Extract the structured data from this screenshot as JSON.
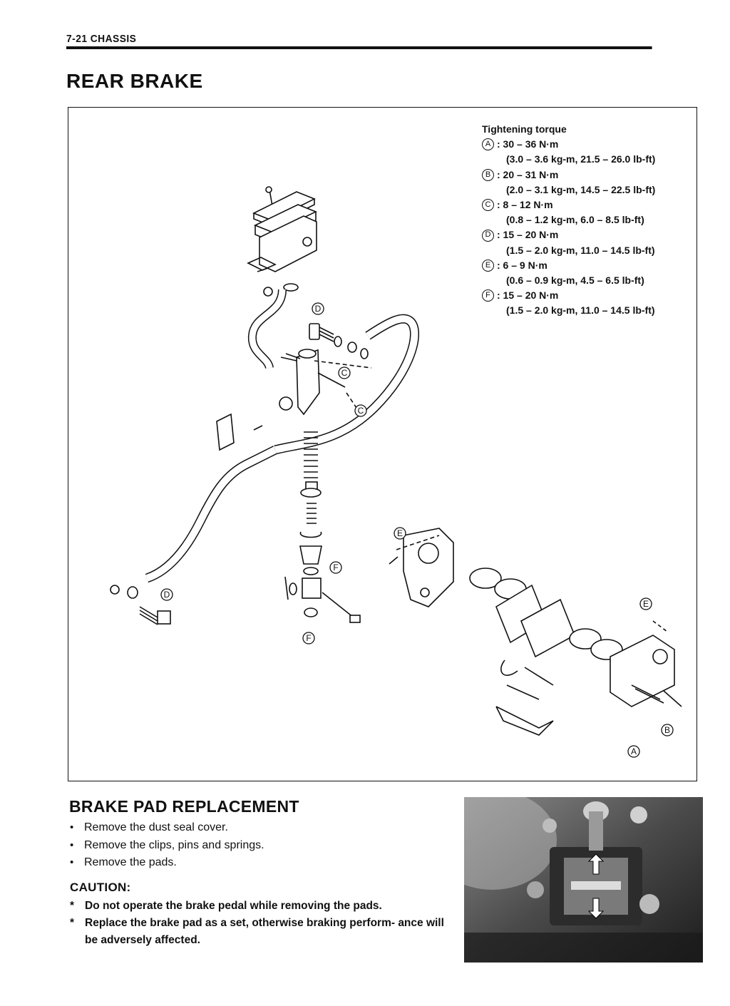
{
  "header": {
    "page": "7-21 CHASSIS"
  },
  "title": "REAR BRAKE",
  "torque": {
    "title": "Tightening torque",
    "items": [
      {
        "letter": "A",
        "metric": ": 30 – 36 N·m",
        "imperial": "(3.0 – 3.6 kg-m, 21.5 – 26.0 lb-ft)"
      },
      {
        "letter": "B",
        "metric": ": 20 – 31 N·m",
        "imperial": "(2.0 – 3.1 kg-m, 14.5 – 22.5 lb-ft)"
      },
      {
        "letter": "C",
        "metric": ": 8 – 12 N·m",
        "imperial": "(0.8 – 1.2 kg-m, 6.0 – 8.5 lb-ft)"
      },
      {
        "letter": "D",
        "metric": ": 15 – 20 N·m",
        "imperial": "(1.5 – 2.0 kg-m, 11.0 – 14.5 lb-ft)"
      },
      {
        "letter": "E",
        "metric": ": 6 – 9 N·m",
        "imperial": "(0.6 – 0.9 kg-m, 4.5 – 6.5 lb-ft)"
      },
      {
        "letter": "F",
        "metric": ": 15 – 20 N·m",
        "imperial": "(1.5 – 2.0 kg-m, 11.0 – 14.5 lb-ft)"
      }
    ]
  },
  "diagram": {
    "labels": {
      "a": "A",
      "b": "B",
      "c": "C",
      "d": "D",
      "e": "E",
      "f": "F"
    }
  },
  "pad_replacement": {
    "title": "BRAKE PAD REPLACEMENT",
    "steps": [
      "Remove the dust seal cover.",
      "Remove the clips, pins and springs.",
      "Remove the pads."
    ],
    "caution_title": "CAUTION:",
    "cautions": [
      "Do not operate the brake pedal while removing the pads.",
      "Replace the brake pad as a set, otherwise braking perform- ance will be adversely affected."
    ]
  }
}
